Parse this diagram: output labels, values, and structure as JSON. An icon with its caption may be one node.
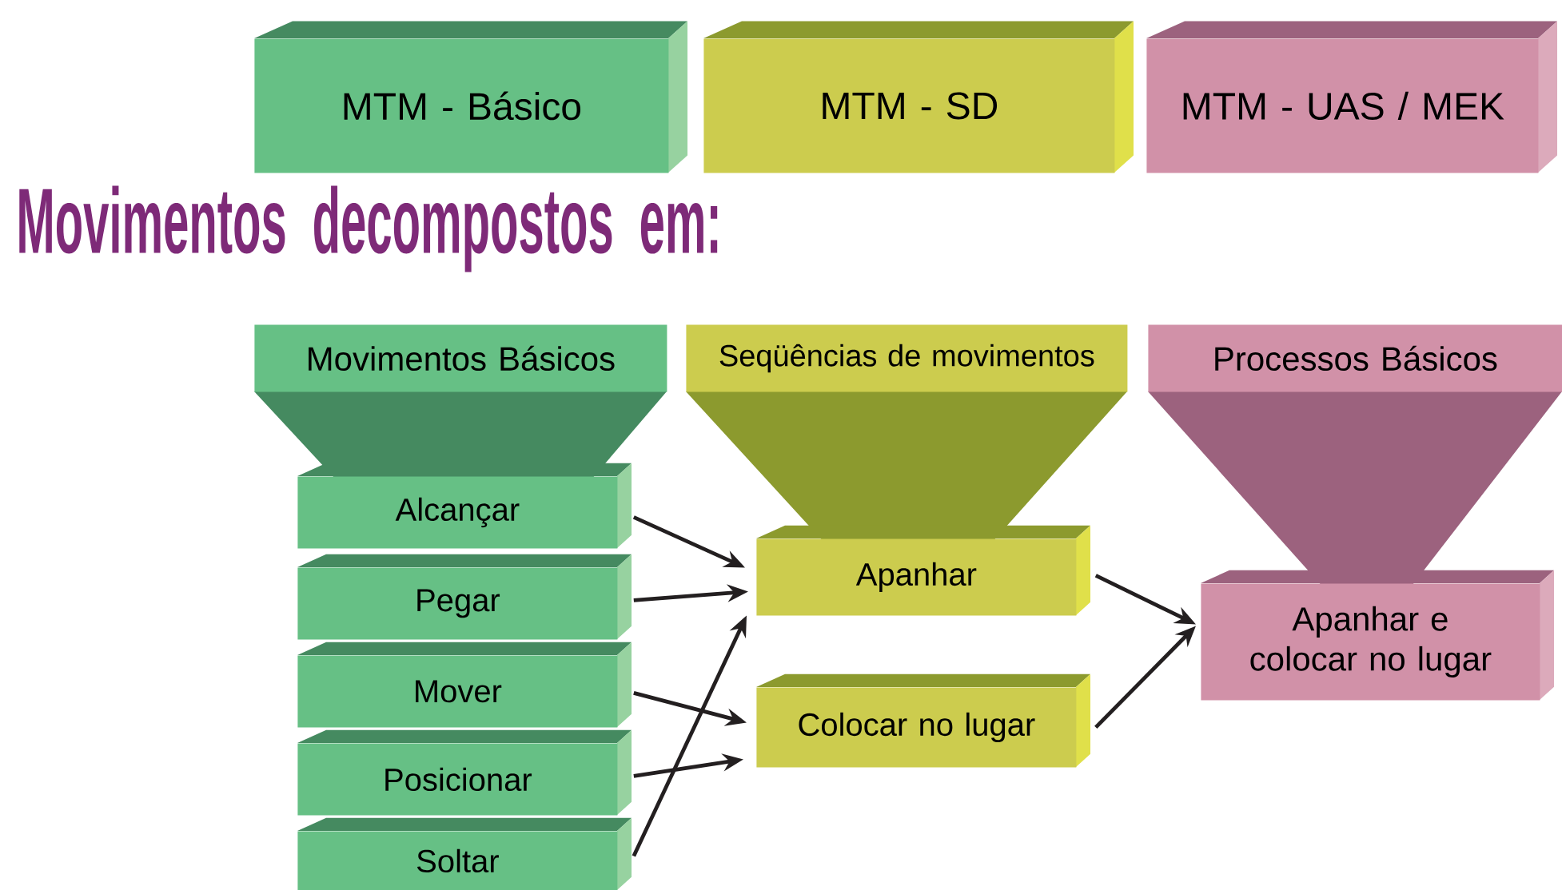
{
  "diagram": {
    "title": "Movimentos decompostos em:",
    "nodes": [
      {
        "text": [
          "MTM - Básico"
        ]
      },
      {
        "text": [
          "MTM - SD"
        ]
      },
      {
        "text": [
          "MTM - UAS / MEK"
        ]
      },
      {
        "text": [
          "Movimentos Básicos"
        ]
      },
      {
        "text": [
          "Seqüências de movimentos"
        ]
      },
      {
        "text": [
          "Processos Básicos"
        ]
      },
      {
        "text": [
          "Alcançar"
        ]
      },
      {
        "text": [
          "Pegar"
        ]
      },
      {
        "text": [
          "Mover"
        ]
      },
      {
        "text": [
          "Posicionar"
        ]
      },
      {
        "text": [
          "Soltar"
        ]
      },
      {
        "text": [
          "Apanhar"
        ]
      },
      {
        "text": [
          "Colocar no lugar"
        ]
      },
      {
        "text": [
          "Apanhar e colocar no lugar"
        ]
      }
    ],
    "edges": [
      {
        "from": 6,
        "to": 11,
        "arrow": "to"
      },
      {
        "from": 7,
        "to": 11,
        "arrow": "to"
      },
      {
        "from": 8,
        "to": 12,
        "arrow": "to"
      },
      {
        "from": 9,
        "to": 12,
        "arrow": "to"
      },
      {
        "from": 10,
        "to": 11,
        "arrow": "to"
      },
      {
        "from": 11,
        "to": 13,
        "arrow": "to"
      },
      {
        "from": 12,
        "to": 13,
        "arrow": "to"
      }
    ]
  }
}
